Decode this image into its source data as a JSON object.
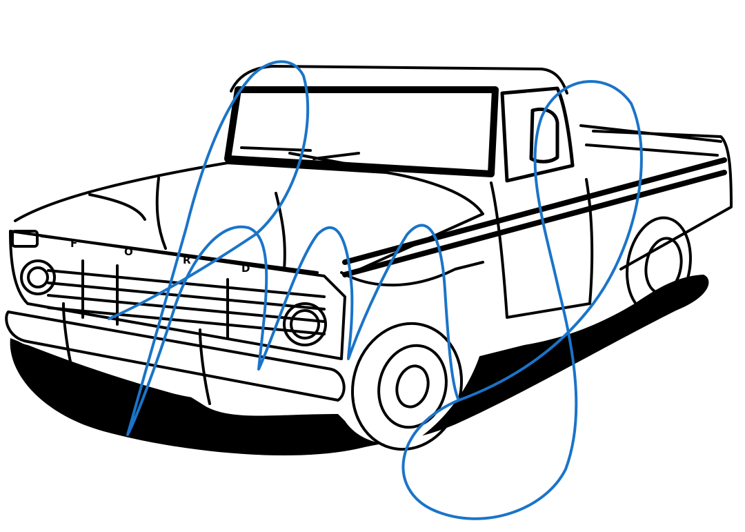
{
  "illustration": {
    "subject_icon": "pickup-truck-icon",
    "grille_letters": [
      "F",
      "O",
      "R",
      "D"
    ]
  },
  "colors": {
    "background": "#ffffff",
    "line_art": "#000000",
    "scribble": "#1a74c8"
  }
}
